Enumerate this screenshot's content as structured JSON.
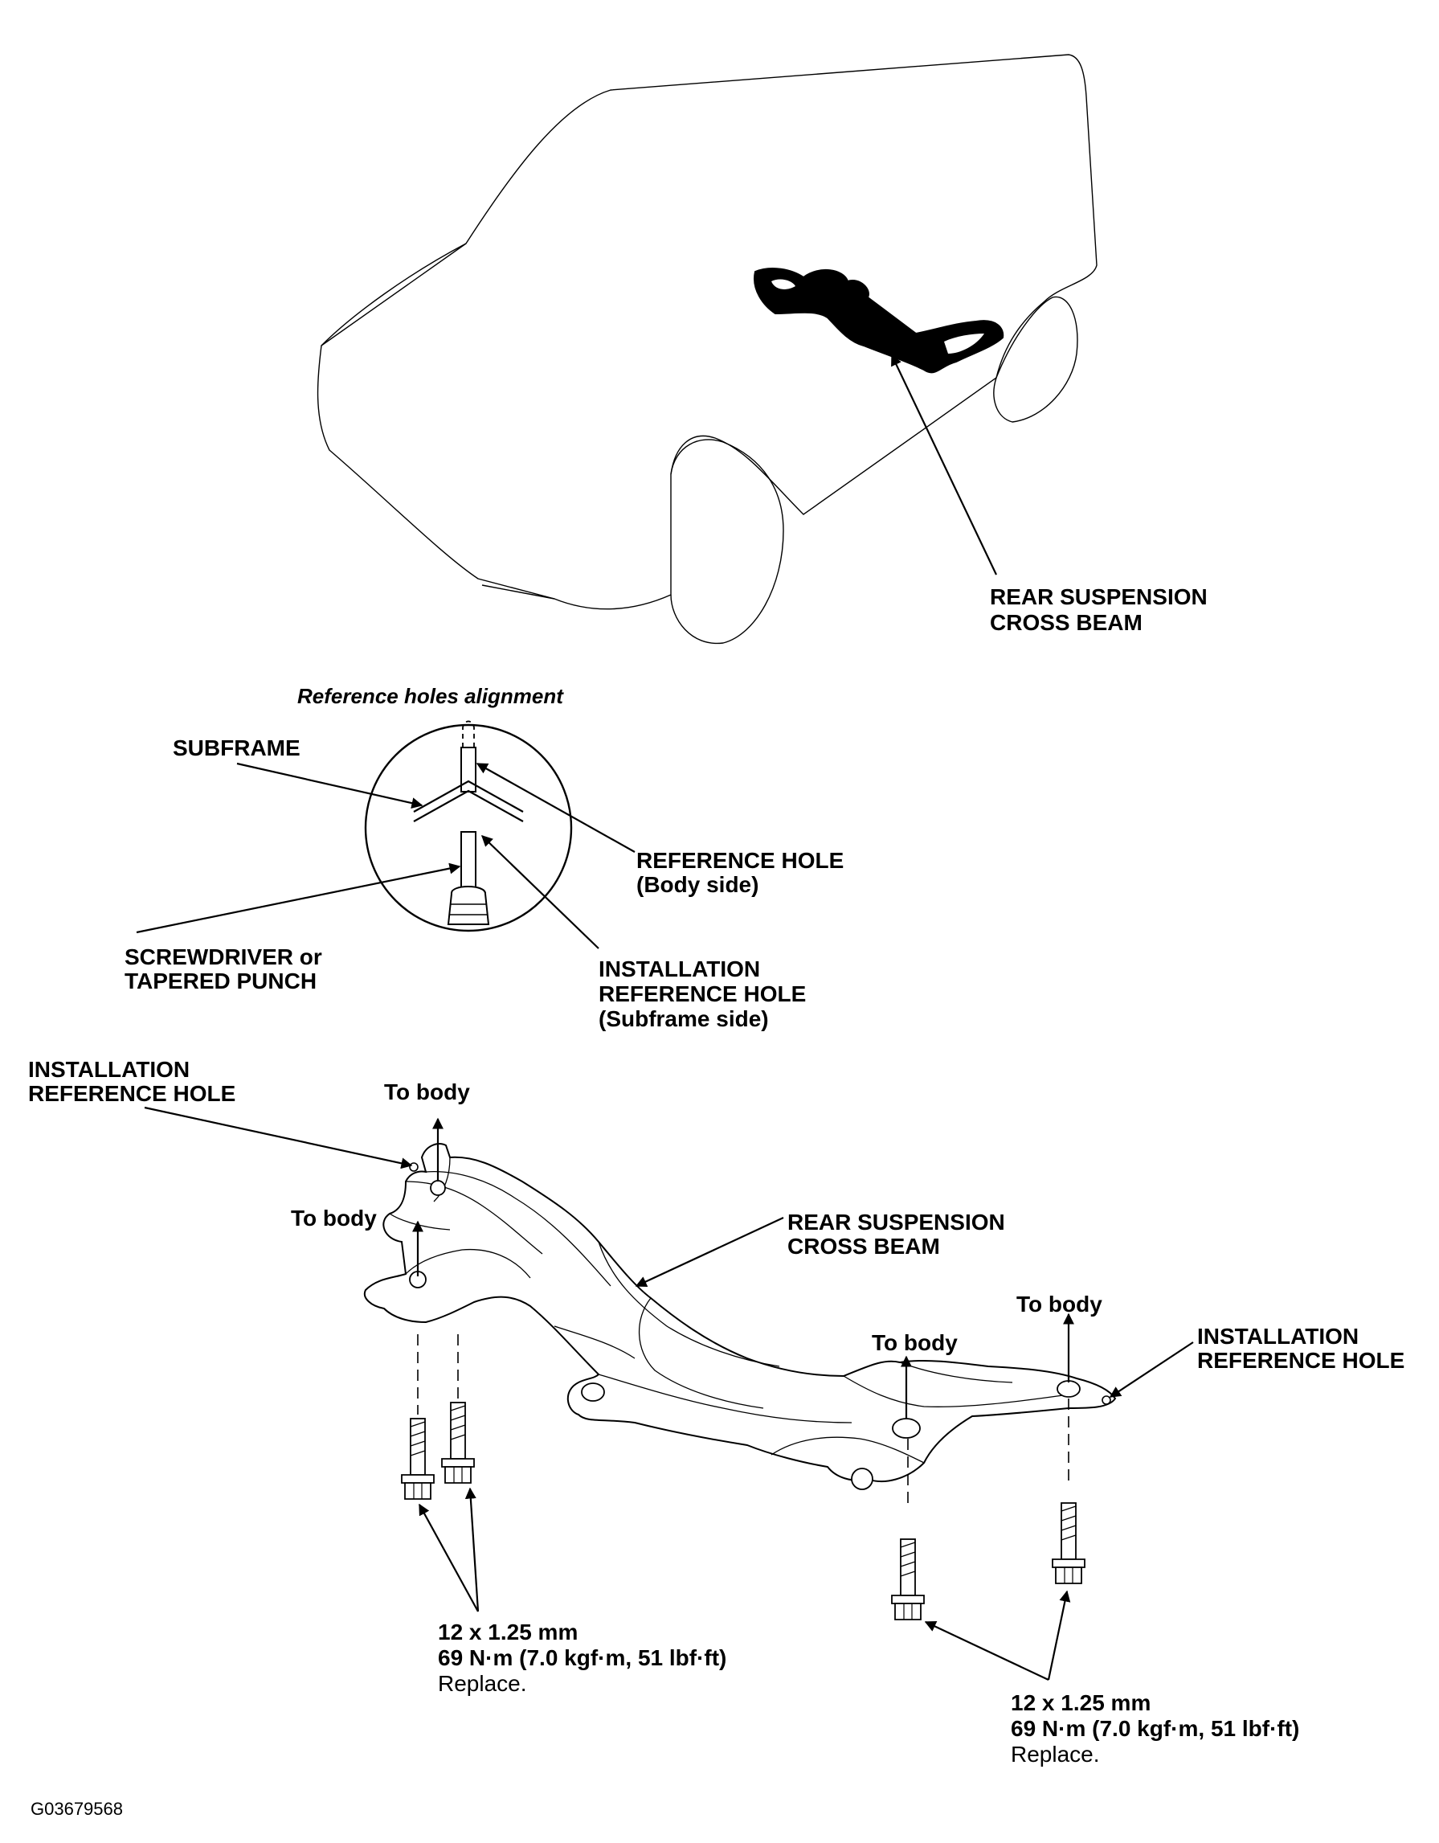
{
  "top": {
    "beam_label": [
      "REAR SUSPENSION",
      "CROSS BEAM"
    ]
  },
  "inset": {
    "title": "Reference holes alignment",
    "subframe": "SUBFRAME",
    "ref_hole": [
      "REFERENCE HOLE",
      "(Body side)"
    ],
    "tool": [
      "SCREWDRIVER or",
      "TAPERED PUNCH"
    ],
    "install_hole": [
      "INSTALLATION",
      "REFERENCE HOLE",
      "(Subframe side)"
    ]
  },
  "bottom": {
    "left_install": [
      "INSTALLATION",
      "REFERENCE HOLE"
    ],
    "right_install": [
      "INSTALLATION",
      "REFERENCE HOLE"
    ],
    "beam_label": [
      "REAR SUSPENSION",
      "CROSS BEAM"
    ],
    "to_body": "To body",
    "bolt_spec_left": [
      "12 x 1.25 mm",
      "69 N·m (7.0 kgf·m, 51 lbf·ft)",
      "Replace."
    ],
    "bolt_spec_right": [
      "12 x 1.25 mm",
      "69 N·m (7.0 kgf·m, 51 lbf·ft)",
      "Replace."
    ]
  },
  "figure_code": "G03679568"
}
